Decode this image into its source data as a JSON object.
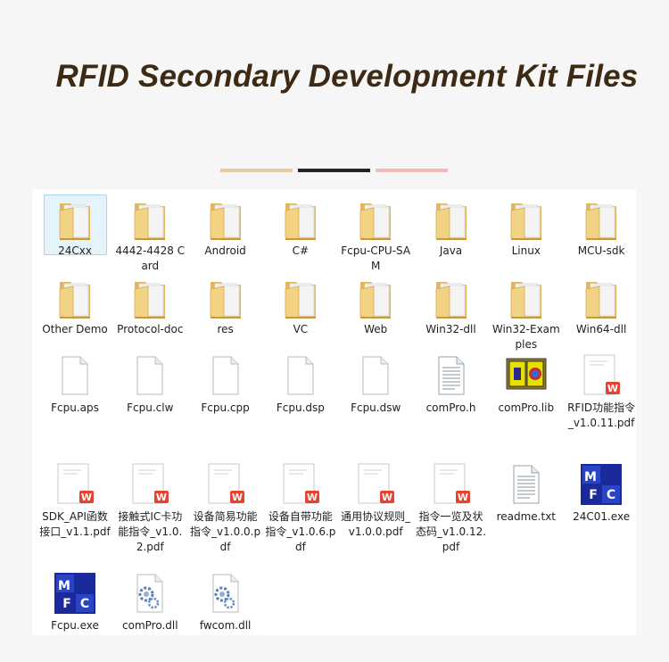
{
  "header": {
    "title": "RFID Secondary Development Kit Files",
    "accent_colors": [
      "#e6c7a6",
      "#222222",
      "#f4b9b9"
    ]
  },
  "explorer": {
    "selected": "24Cxx",
    "items": [
      {
        "label": "24Cxx",
        "icon": "folder-icon"
      },
      {
        "label": "4442-4428 Card",
        "icon": "folder-icon"
      },
      {
        "label": "Android",
        "icon": "folder-icon"
      },
      {
        "label": "C#",
        "icon": "folder-icon"
      },
      {
        "label": "Fcpu-CPU-SAM",
        "icon": "folder-icon"
      },
      {
        "label": "Java",
        "icon": "folder-icon"
      },
      {
        "label": "Linux",
        "icon": "folder-icon"
      },
      {
        "label": "MCU-sdk",
        "icon": "folder-icon"
      },
      {
        "label": "Other Demo",
        "icon": "folder-icon"
      },
      {
        "label": "Protocol-doc",
        "icon": "folder-icon"
      },
      {
        "label": "res",
        "icon": "folder-icon"
      },
      {
        "label": "VC",
        "icon": "folder-icon"
      },
      {
        "label": "Web",
        "icon": "folder-icon"
      },
      {
        "label": "Win32-dll",
        "icon": "folder-icon"
      },
      {
        "label": "Win32-Examples",
        "icon": "folder-icon"
      },
      {
        "label": "Win64-dll",
        "icon": "folder-icon"
      },
      {
        "label": "Fcpu.aps",
        "icon": "file-icon"
      },
      {
        "label": "Fcpu.clw",
        "icon": "file-icon"
      },
      {
        "label": "Fcpu.cpp",
        "icon": "file-icon"
      },
      {
        "label": "Fcpu.dsp",
        "icon": "file-icon"
      },
      {
        "label": "Fcpu.dsw",
        "icon": "file-icon"
      },
      {
        "label": "comPro.h",
        "icon": "text-file-icon"
      },
      {
        "label": "comPro.lib",
        "icon": "library-icon"
      },
      {
        "label": "RFID功能指令_v1.0.11.pdf",
        "icon": "pdf-icon"
      },
      {
        "label": "SDK_API函数接口_v1.1.pdf",
        "icon": "pdf-icon"
      },
      {
        "label": "接触式IC卡功能指令_v1.0.2.pdf",
        "icon": "pdf-icon"
      },
      {
        "label": "设备简易功能指令_v1.0.0.pdf",
        "icon": "pdf-icon"
      },
      {
        "label": "设备自带功能指令_v1.0.6.pdf",
        "icon": "pdf-icon"
      },
      {
        "label": "通用协议规则_v1.0.0.pdf",
        "icon": "pdf-icon"
      },
      {
        "label": "指令一览及状态码_v1.0.12.pdf",
        "icon": "pdf-icon"
      },
      {
        "label": "readme.txt",
        "icon": "text-file-icon"
      },
      {
        "label": "24C01.exe",
        "icon": "mfc-exe-icon"
      },
      {
        "label": "Fcpu.exe",
        "icon": "mfc-exe-icon"
      },
      {
        "label": "comPro.dll",
        "icon": "dll-gear-icon"
      },
      {
        "label": "fwcom.dll",
        "icon": "dll-gear-icon"
      }
    ]
  }
}
